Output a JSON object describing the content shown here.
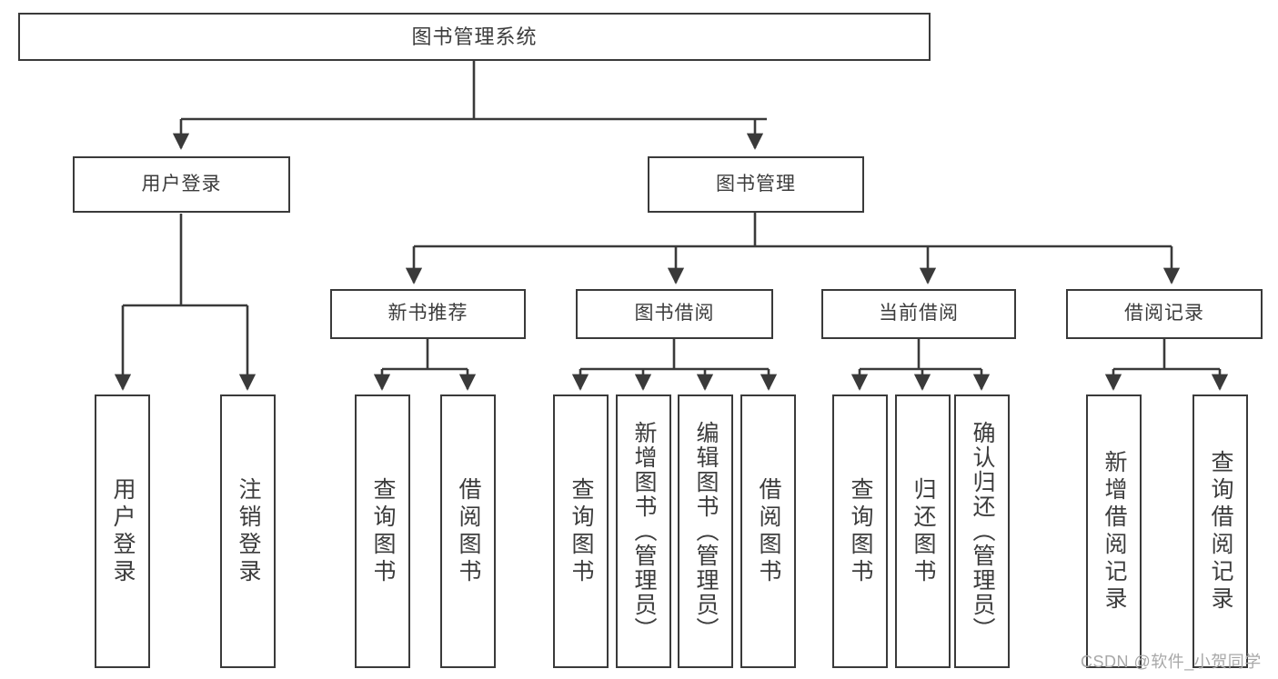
{
  "diagram": {
    "title": "图书管理系统",
    "type": "tree-hierarchy-diagram",
    "watermark": "CSDN @软件_小贺同学",
    "colors": {
      "background": "#ffffff",
      "box_border": "#3a3a3a",
      "box_fill": "#ffffff",
      "edge": "#3a3a3a",
      "text": "#3c3c3c",
      "watermark": "#a8a8a8"
    },
    "root": {
      "label": "图书管理系统"
    },
    "level2": [
      {
        "label": "用户登录"
      },
      {
        "label": "图书管理"
      }
    ],
    "level3": [
      {
        "label": "新书推荐"
      },
      {
        "label": "图书借阅"
      },
      {
        "label": "当前借阅"
      },
      {
        "label": "借阅记录"
      }
    ],
    "leaves": {
      "user_login": [
        {
          "label": "用户登录"
        },
        {
          "label": "注销登录"
        }
      ],
      "new_book_recommend": [
        {
          "label": "查询图书"
        },
        {
          "label": "借阅图书"
        }
      ],
      "book_borrow": [
        {
          "label": "查询图书"
        },
        {
          "label": "新增图书（管理员）"
        },
        {
          "label": "编辑图书（管理员）"
        },
        {
          "label": "借阅图书"
        }
      ],
      "current_borrow": [
        {
          "label": "查询图书"
        },
        {
          "label": "归还图书"
        },
        {
          "label": "确认归还（管理员）"
        }
      ],
      "borrow_record": [
        {
          "label": "新增借阅记录"
        },
        {
          "label": "查询借阅记录"
        }
      ]
    }
  }
}
